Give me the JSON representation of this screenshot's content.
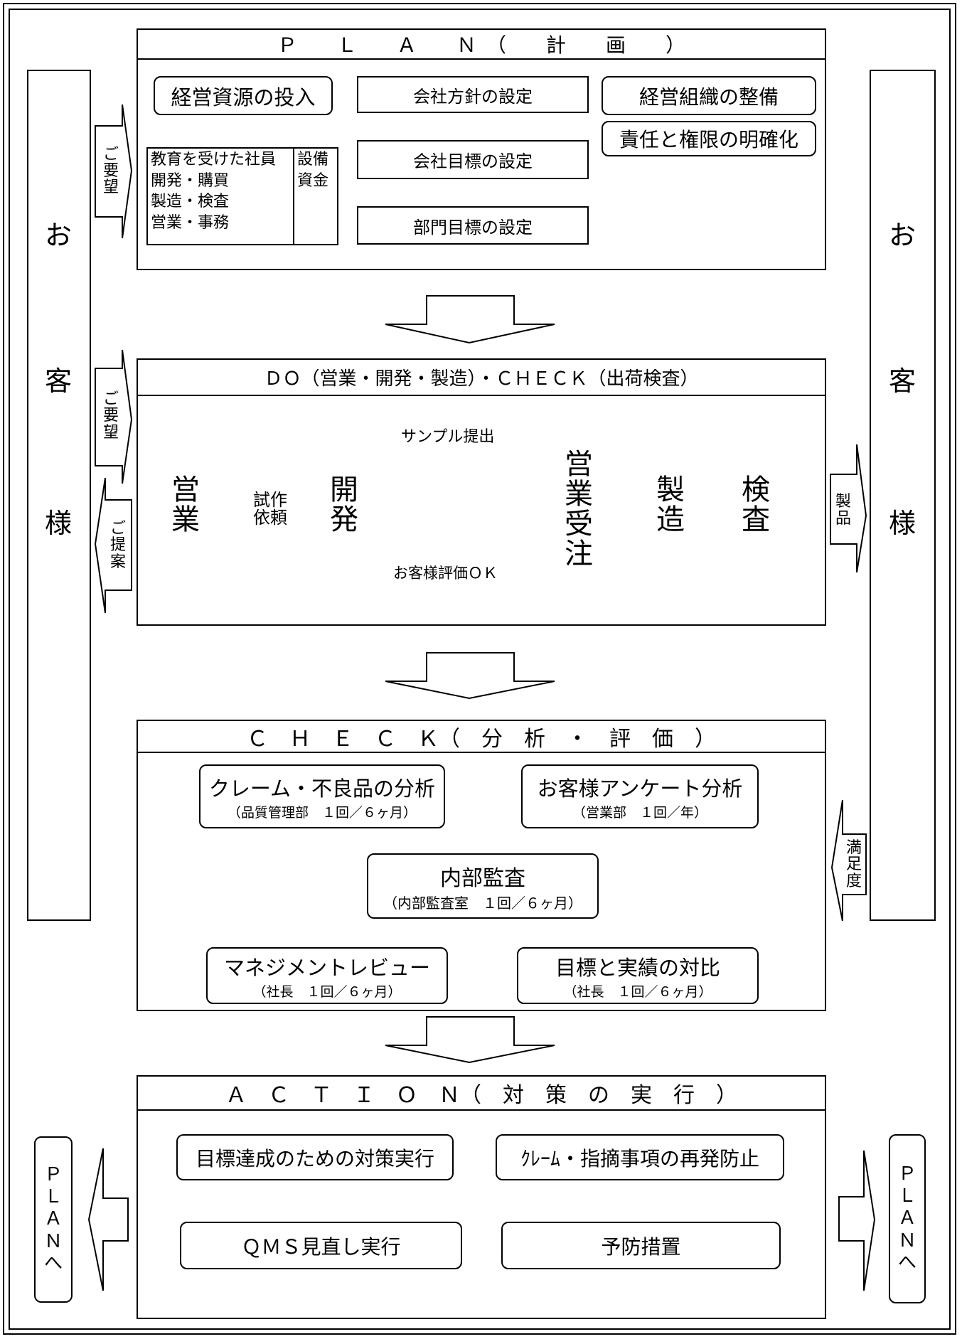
{
  "customer_left": [
    "お",
    "客",
    "様"
  ],
  "customer_right": [
    "お",
    "客",
    "様"
  ],
  "plan": {
    "header": "Ｐ　　Ｌ　　Ａ　　Ｎ　（　　計　　画　　）",
    "resource_input": "経営資源の投入",
    "staff": [
      "教育を受けた社員",
      "開発・購買",
      "製造・検査",
      "営業・事務"
    ],
    "equipment": [
      "設備",
      "資金"
    ],
    "policy": "会社方針の設定",
    "company_goal": "会社目標の設定",
    "dept_goal": "部門目標の設定",
    "org": "経営組織の整備",
    "authority": "責任と権限の明確化"
  },
  "do": {
    "header": "ＤＯ（営業・開発・製造）・ＣＨＥＣＫ（出荷検査）",
    "sales": [
      "営",
      "業"
    ],
    "trial": [
      "試作",
      "依頼"
    ],
    "dev": [
      "開",
      "発"
    ],
    "sample": "サンプル提出",
    "eval_ok": "お客様評価ＯＫ",
    "order": [
      "営",
      "業",
      "受",
      "注"
    ],
    "mfg": [
      "製",
      "造"
    ],
    "insp": [
      "検",
      "査"
    ]
  },
  "check": {
    "header": "Ｃ　Ｈ　Ｅ　Ｃ　Ｋ（　分　析　・　評　価　）",
    "claim": {
      "title": "クレーム・不良品の分析",
      "sub": "（品質管理部　１回／６ヶ月）"
    },
    "survey": {
      "title": "お客様アンケート分析",
      "sub": "（営業部　１回／年）"
    },
    "audit": {
      "title": "内部監査",
      "sub": "（内部監査室　１回／６ヶ月）"
    },
    "review": {
      "title": "マネジメントレビュー",
      "sub": "（社長　１回／６ヶ月）"
    },
    "compare": {
      "title": "目標と実績の対比",
      "sub": "（社長　１回／６ヶ月）"
    }
  },
  "action": {
    "header": "Ａ　Ｃ　Ｔ　Ｉ　Ｏ　Ｎ（　対　策　の　実　行　）",
    "goal_action": "目標達成のための対策実行",
    "recurrence": "ｸﾚｰﾑ・指摘事項の再発防止",
    "qms": "ＱＭＳ見直し実行",
    "prevent": "予防措置"
  },
  "side_arrows": {
    "request1": [
      "ご",
      "要",
      "望"
    ],
    "request2": [
      "ご",
      "要",
      "望"
    ],
    "proposal": [
      "ご",
      "提",
      "案"
    ],
    "product": [
      "製",
      "品"
    ],
    "satisfaction": [
      "満",
      "足",
      "度"
    ]
  },
  "plan_to_left": [
    "Ｐ",
    "Ｌ",
    "Ａ",
    "Ｎ",
    "へ"
  ],
  "plan_to_right": [
    "Ｐ",
    "Ｌ",
    "Ａ",
    "Ｎ",
    "へ"
  ]
}
